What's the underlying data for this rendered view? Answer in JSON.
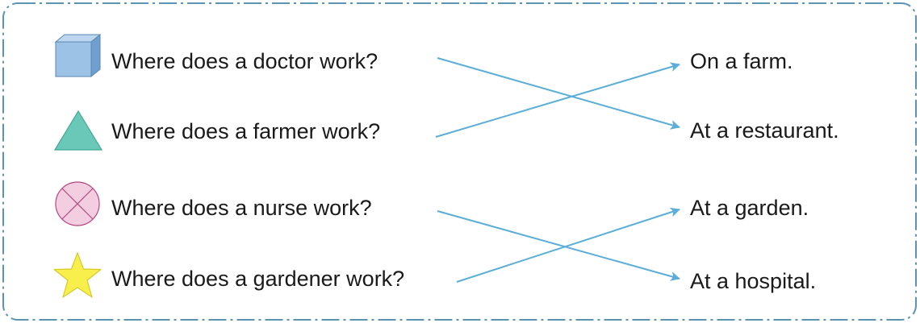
{
  "questions": [
    {
      "text": "Where does a doctor work?",
      "icon": "cube-icon"
    },
    {
      "text": "Where does a farmer work?",
      "icon": "triangle-icon"
    },
    {
      "text": "Where does a nurse work?",
      "icon": "crossed-circle-icon"
    },
    {
      "text": "Where does a gardener work?",
      "icon": "star-icon"
    }
  ],
  "answers": [
    {
      "text": "On a farm."
    },
    {
      "text": "At a restaurant."
    },
    {
      "text": "At a garden."
    },
    {
      "text": "At a hospital."
    }
  ],
  "matches": [
    {
      "question": 0,
      "answer": 1
    },
    {
      "question": 1,
      "answer": 0
    },
    {
      "question": 2,
      "answer": 3
    },
    {
      "question": 3,
      "answer": 2
    }
  ],
  "colors": {
    "frame": "#5b93b3",
    "arrow": "#5aaed8",
    "cube_front": "#9cc3e6",
    "cube_top": "#bcd7ef",
    "cube_side": "#6e9fcf",
    "cube_stroke": "#5b86b4",
    "triangle_fill": "#6ac8b8",
    "triangle_stroke": "#3ea894",
    "circle_fill": "#f3cde0",
    "circle_stroke": "#b5477f",
    "star_fill": "#f8ef4c",
    "star_stroke": "#d8c92a"
  }
}
